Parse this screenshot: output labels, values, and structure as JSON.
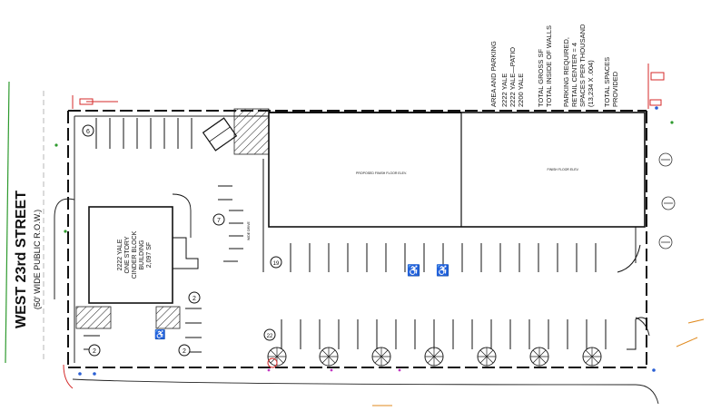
{
  "street": {
    "name": "WEST 23rd STREET",
    "row": "(50' WIDE PUBLIC R.O.W.)"
  },
  "building_existing": {
    "lines": [
      "2222 YALE",
      "ONE STORY",
      "CINDER BLOCK",
      "BUILDING",
      "2,097 SF"
    ]
  },
  "area_notes": {
    "lines": [
      "AREA AND PARKING",
      "2222 YALE",
      "2222 YALE—PATIO",
      "2200 YALE",
      "TOTAL GROSS SF",
      "TOTAL INSIDE OF WALLS",
      "PARKING REQUIRED,",
      "RETAIL CENTER = 4",
      "SPACES PER THOUSAND",
      "(13,234 X .004)",
      "TOTAL SPACES",
      "PROVIDED"
    ]
  },
  "space_counts": {
    "c7": "7",
    "c19": "19",
    "c2a": "2",
    "c2b": "2",
    "c2c": "2",
    "c22": "22",
    "c6": "6"
  },
  "icons": {
    "accessible": "wheelchair-icon",
    "tree": "tree-icon",
    "hydrant": "hydrant-icon"
  },
  "colors": {
    "linework": "#111111",
    "vegetation": "#2e9a2e",
    "markup_red": "#d42a2a",
    "markup_orange": "#e08a1e",
    "markup_blue": "#2a5fd4",
    "markup_magenta": "#c23ac2"
  }
}
